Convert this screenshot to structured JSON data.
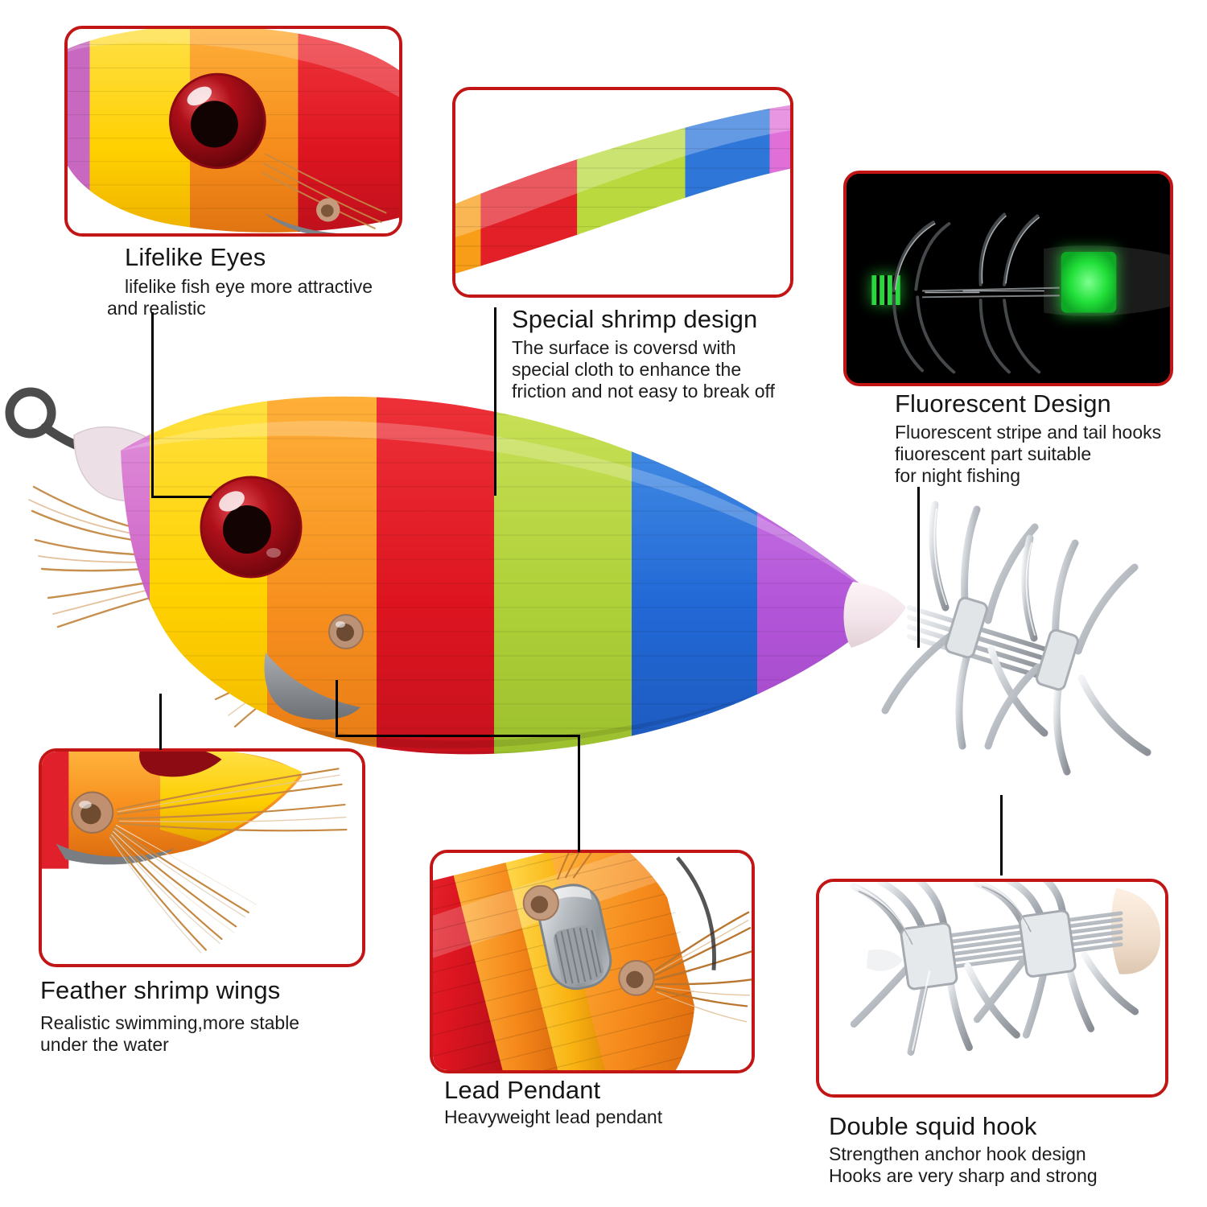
{
  "product": {
    "name": "Rainbow squid jig fishing lure",
    "background_color": "#ffffff",
    "accent_color": "#c21616"
  },
  "features": [
    {
      "id": "lifelike-eyes",
      "title": "Lifelike Eyes",
      "description": "lifelike fish eye more attractive\nand realistic",
      "photo": "close-up of red glass eye on yellow and orange cloth body"
    },
    {
      "id": "special-shrimp-design",
      "title": "Special shrimp design",
      "description": "The surface is coversd with\nspecial cloth to enhance the\nfriction and not easy to break off",
      "photo": "close-up of rainbow striped cloth surface"
    },
    {
      "id": "fluorescent-design",
      "title": "Fluorescent Design",
      "description": "Fluorescent stripe and tail hooks\nfiuorescent part suitable\nfor night fishing",
      "photo": "glow in the dark squid jig tail and hooks on black background"
    },
    {
      "id": "feather-shrimp-wings",
      "title": "Feather shrimp wings",
      "description": "Realistic swimming,more stable\nunder the water",
      "photo": "close-up of brown feather wings and bead on orange body"
    },
    {
      "id": "lead-pendant",
      "title": "Lead Pendant",
      "description": "Heavyweight lead pendant",
      "photo": "close-up of silver lead weight on orange and red cloth"
    },
    {
      "id": "double-squid-hook",
      "title": "Double squid hook",
      "description": "Strengthen anchor hook design\nHooks are very sharp and strong",
      "photo": "close-up of two crowns of stainless steel squid hooks"
    }
  ],
  "lure_colors": {
    "nose_ring": "#4c4c4c",
    "snout": "#efe3e8",
    "band_magenta": "#d060c8",
    "band_yellow": "#ffd400",
    "band_orange": "#f79020",
    "band_red": "#e01b22",
    "band_green": "#b2d33c",
    "band_blue": "#2a6fd6",
    "band_purple": "#b55ad8",
    "tail_white": "#f6ebef",
    "eye_red": "#b51515",
    "eye_pupil": "#140404",
    "belly_grey": "#8a8e92",
    "feather": "#c8883f",
    "hook_silver": "#c9ccd1",
    "glow_green": "#25e03c"
  }
}
